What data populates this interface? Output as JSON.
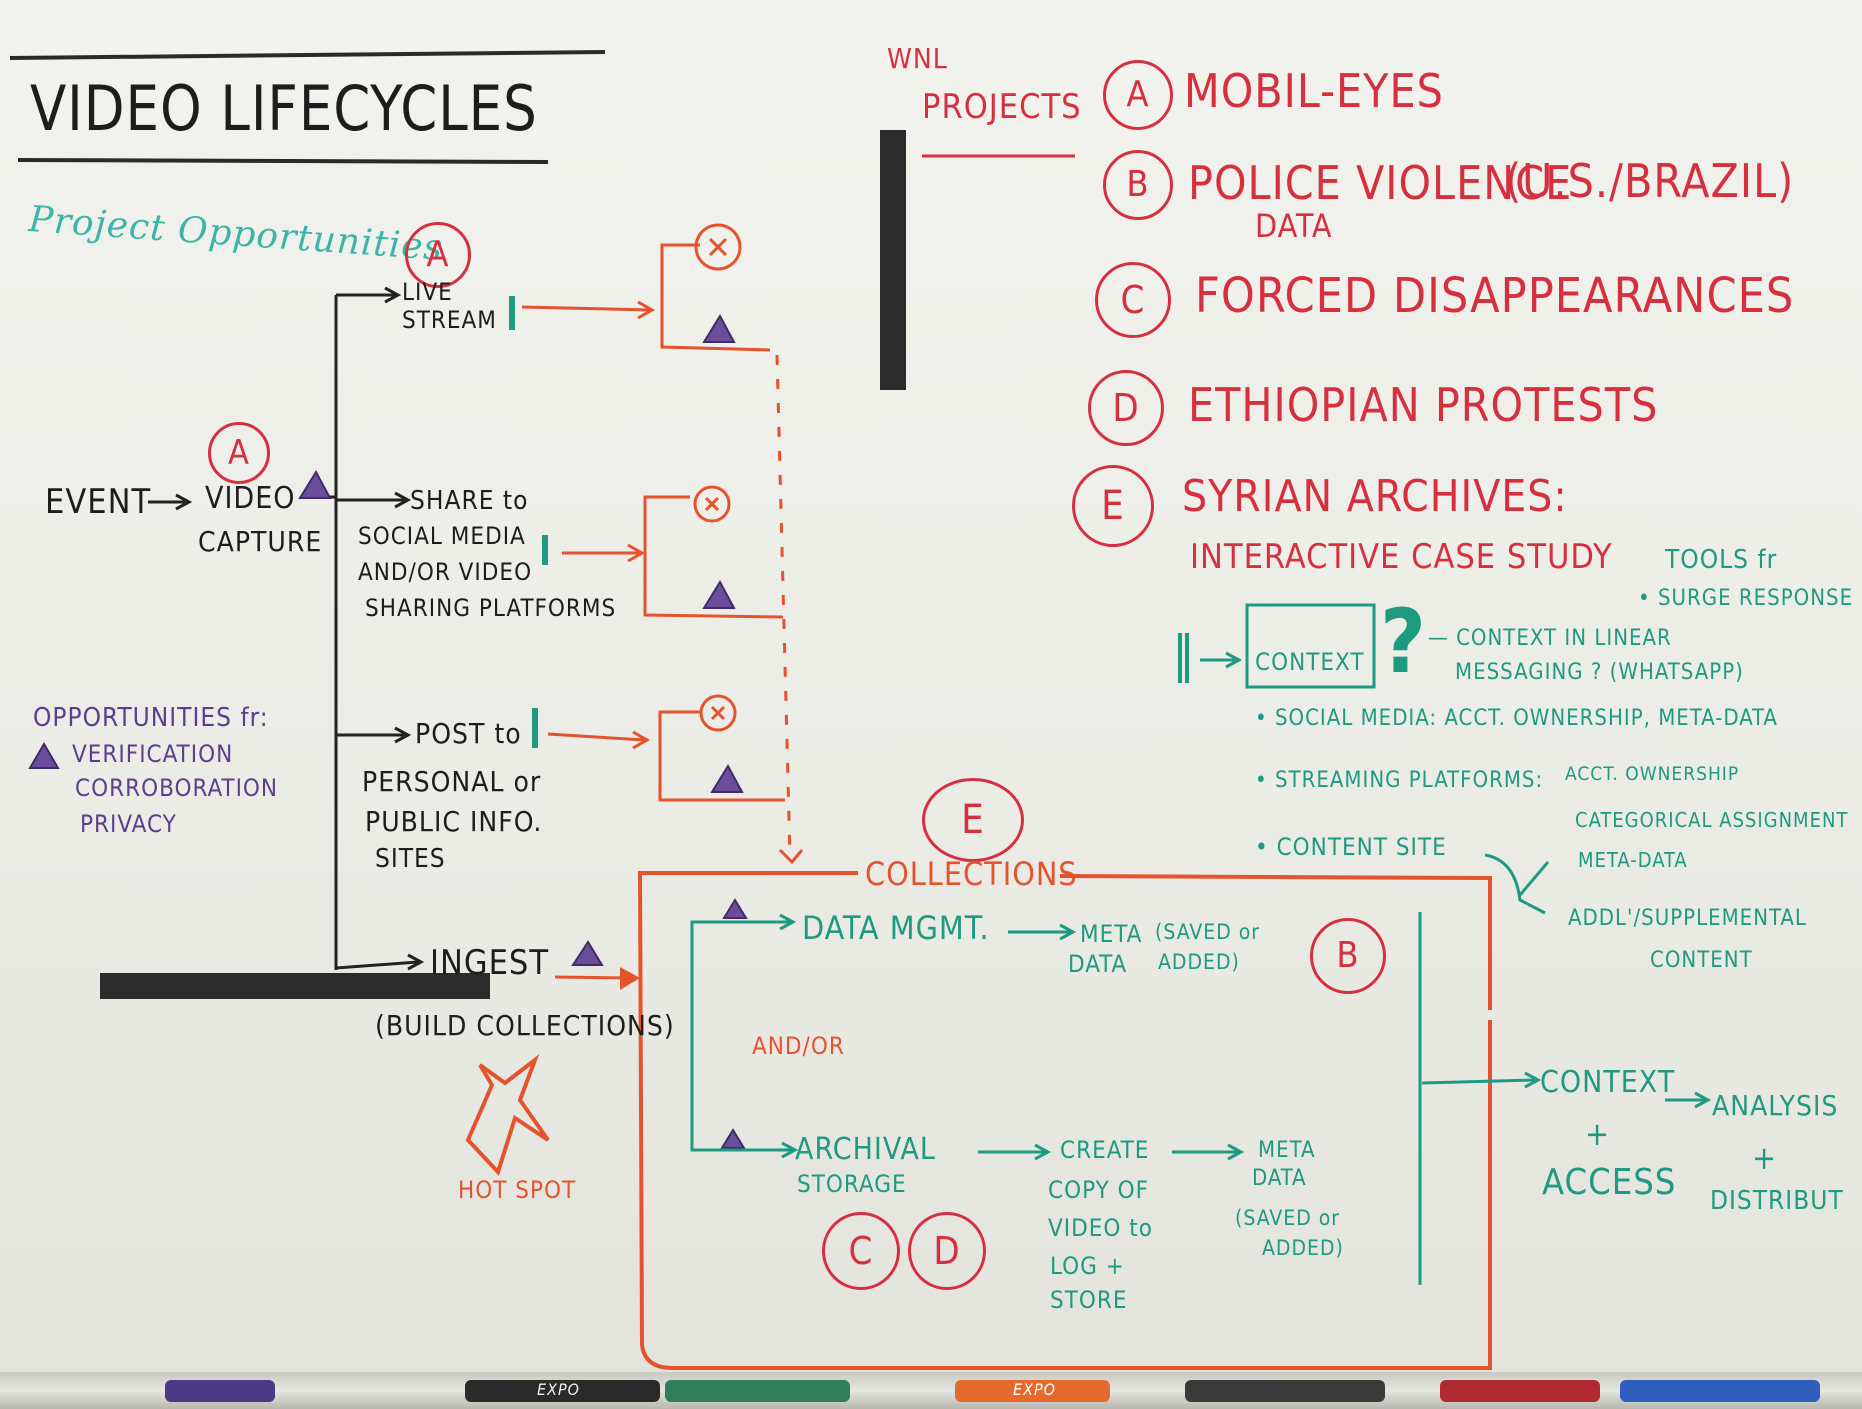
{
  "title": "VIDEO LIFECYCLES",
  "project_opportunities": "Project Opportunities",
  "wnl_projects": [
    "WNL",
    "PROJECTS"
  ],
  "projects": [
    {
      "letter": "A",
      "name": "MOBIL-EYES"
    },
    {
      "letter": "B",
      "name": "POLICE VIOLENCE",
      "extra": "(U.S./BRAZIL)",
      "sub": "DATA"
    },
    {
      "letter": "C",
      "name": "FORCED DISAPPEARANCES"
    },
    {
      "letter": "D",
      "name": "ETHIOPIAN PROTESTS"
    },
    {
      "letter": "E",
      "name": "SYRIAN ARCHIVES:",
      "sub": "INTERACTIVE CASE STUDY"
    }
  ],
  "flow": {
    "event": "EVENT",
    "video_capture": [
      "VIDEO",
      "CAPTURE"
    ],
    "live_stream": [
      "LIVE",
      "STREAM"
    ],
    "share": [
      "SHARE to",
      "SOCIAL MEDIA",
      "AND/OR VIDEO",
      "SHARING PLATFORMS"
    ],
    "post": [
      "POST to",
      "PERSONAL or",
      "PUBLIC INFO.",
      "SITES"
    ],
    "ingest": "INGEST",
    "build_collections": "(BUILD COLLECTIONS)",
    "hot_spot": "HOT SPOT"
  },
  "opportunities": {
    "heading": "OPPORTUNITIES fr:",
    "items": [
      "VERIFICATION",
      "CORROBORATION",
      "PRIVACY"
    ]
  },
  "collections": {
    "label": "COLLECTIONS",
    "letter": "E",
    "data_mgmt": "DATA MGMT.",
    "meta_data": [
      "META",
      "DATA"
    ],
    "saved_added": [
      "(SAVED or",
      "ADDED)"
    ],
    "b": "B",
    "and_or": "AND/OR",
    "archival": [
      "ARCHIVAL",
      "STORAGE"
    ],
    "create_copy": [
      "CREATE",
      "COPY OF",
      "VIDEO to",
      "LOG +",
      "STORE"
    ],
    "meta_data2": [
      "META",
      "DATA"
    ],
    "saved_added2": [
      "(SAVED or",
      "ADDED)"
    ],
    "c": "C",
    "d": "D"
  },
  "outputs": {
    "context": "CONTEXT",
    "plus1": "+",
    "access": "ACCESS",
    "analysis": "ANALYSIS",
    "plus2": "+",
    "distribution": "DISTRIBUT"
  },
  "tools": {
    "heading": "TOOLS fr",
    "sub": "• SURGE RESPONSE",
    "context_box": "CONTEXT",
    "question": "?",
    "context_linear": [
      "— CONTEXT IN LINEAR",
      "MESSAGING ? (WHATSAPP)"
    ],
    "social_media": "• SOCIAL MEDIA: ACCT. OWNERSHIP, META-DATA",
    "streaming": "• STREAMING PLATFORMS:",
    "streaming_items": [
      "ACCT. OWNERSHIP",
      "CATEGORICAL ASSIGNMENT",
      "META-DATA"
    ],
    "content_site": "• CONTENT SITE",
    "addl": [
      "ADDL'/SUPPLEMENTAL",
      "CONTENT"
    ]
  },
  "tray_brands": [
    "EXPO",
    "EXPO"
  ],
  "colors": {
    "black": "#1e1c1c",
    "red": "#d6303f",
    "teal": "#1d9a80",
    "purple": "#5b3f8d",
    "orange": "#e5532c"
  }
}
